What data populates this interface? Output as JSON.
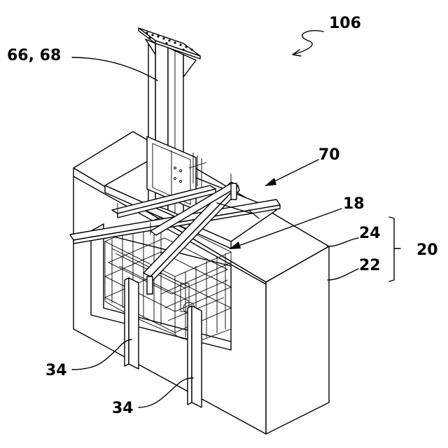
{
  "labels": {
    "assembly_ref": "106",
    "column_ref": "66, 68",
    "frame_ref": "70",
    "cage_ref": "18",
    "upper_layer_ref": "24",
    "lower_block_ref": "22",
    "foundation_ref": "20",
    "pile_left_ref": "34",
    "pile_right_ref": "34"
  }
}
